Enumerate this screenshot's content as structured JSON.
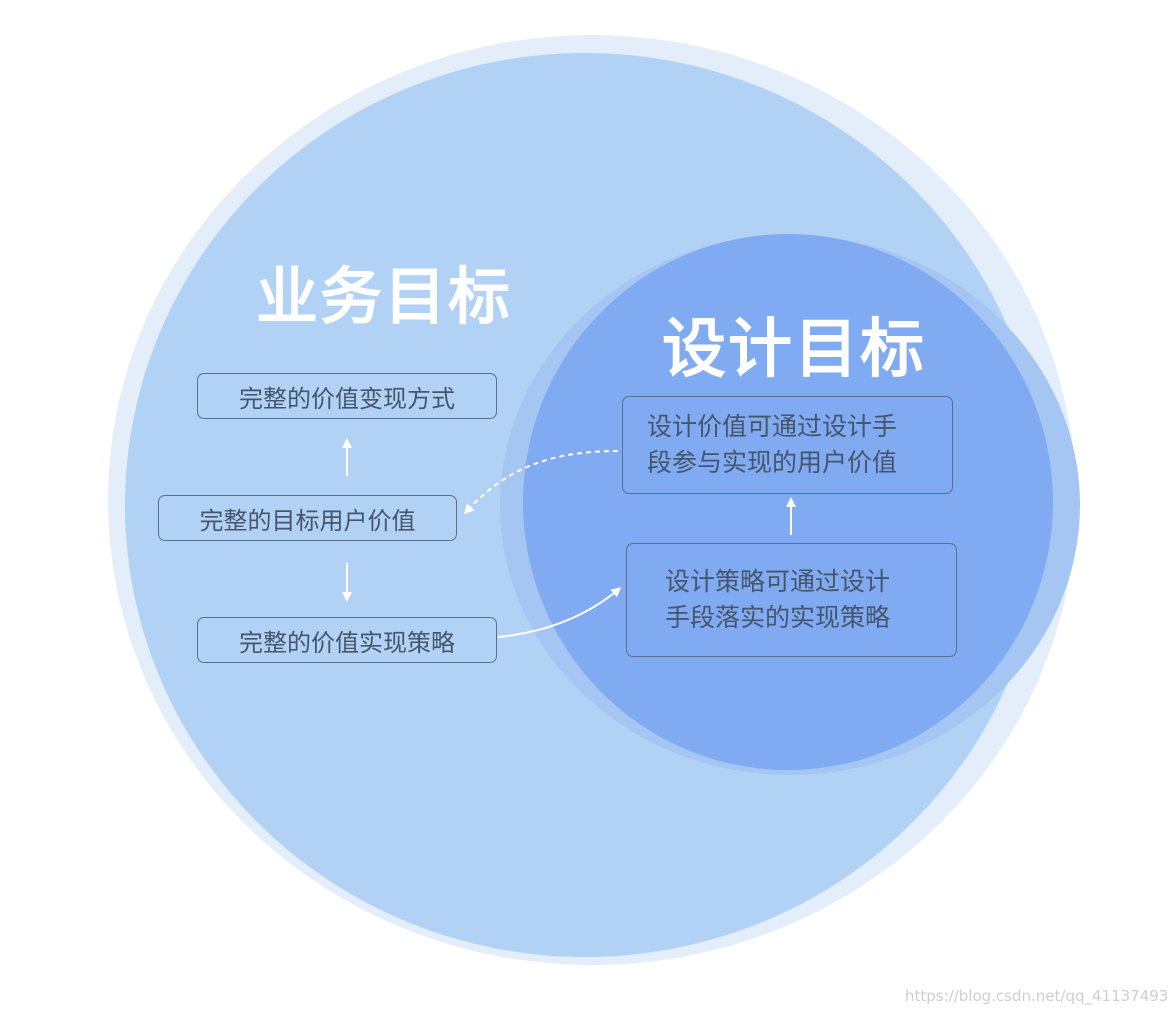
{
  "business_goals": {
    "title": "业务目标",
    "items": [
      "完整的价值变现方式",
      "完整的目标用户价值",
      "完整的价值实现策略"
    ]
  },
  "design_goals": {
    "title": "设计目标",
    "items": [
      {
        "line1": "设计价值可通过设计手",
        "line2": "段参与实现的用户价值"
      },
      {
        "line1": "设计策略可通过设计",
        "line2": "手段落实的实现策略"
      }
    ]
  },
  "watermark": "https://blog.csdn.net/qq_41137493",
  "colors": {
    "outer_halo": "#e4eefb",
    "outer_circle": "#b2d2f5",
    "inner_halo": "#a5c5f3",
    "inner_circle": "#80aaf1",
    "text": "#45556b",
    "arrow": "#ffffff"
  }
}
